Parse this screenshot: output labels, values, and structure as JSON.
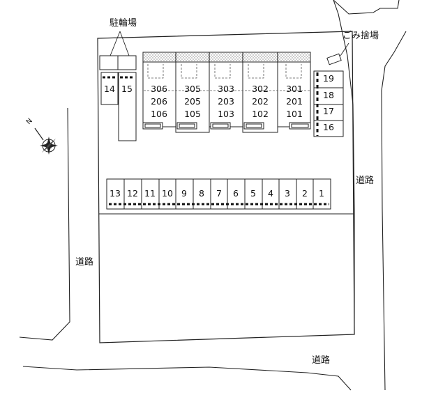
{
  "labels": {
    "bicycle_parking": "駐輪場",
    "garbage": "ごみ捨場",
    "road_east": "道路",
    "road_west": "道路",
    "road_south": "道路"
  },
  "units": [
    [
      "306",
      "206",
      "106"
    ],
    [
      "305",
      "205",
      "105"
    ],
    [
      "303",
      "203",
      "103"
    ],
    [
      "302",
      "202",
      "102"
    ],
    [
      "301",
      "201",
      "101"
    ]
  ],
  "bike_spaces": [
    "14",
    "15"
  ],
  "right_spaces": [
    "19",
    "18",
    "17",
    "16"
  ],
  "bottom_spaces": [
    "13",
    "12",
    "11",
    "10",
    "9",
    "8",
    "7",
    "6",
    "5",
    "4",
    "3",
    "2",
    "1"
  ],
  "compass": {
    "north_label": "N"
  }
}
